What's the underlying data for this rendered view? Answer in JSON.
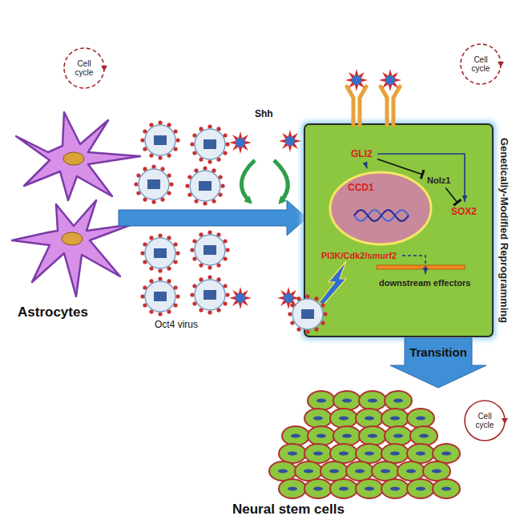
{
  "diagram": {
    "nodes": [
      {
        "text": [
          "Cell cycle"
        ]
      },
      {
        "text": [
          "Genetically-Modified Reprogramming"
        ]
      },
      {
        "text": [
          "GLI2"
        ],
        "in": 1
      },
      {
        "text": [
          "CCD1"
        ],
        "in": 1
      },
      {
        "text": [
          "Nolz1"
        ],
        "in": 1
      },
      {
        "text": [
          "SOX2"
        ],
        "in": 1
      },
      {
        "text": [
          "PI3K/Cdk2/smurf2"
        ],
        "in": 1
      },
      {
        "text": [
          "downstream effectors"
        ],
        "in": 1
      },
      {
        "text": [
          "Cell cycle"
        ]
      },
      {
        "text": [
          "Transition"
        ]
      },
      {
        "text": [
          "Cell cycle"
        ]
      }
    ],
    "edges": [
      {
        "from": 2,
        "to": 3,
        "arrow": "to"
      },
      {
        "from": 2,
        "to": 4,
        "arrow": "to"
      },
      {
        "from": 2,
        "to": 5,
        "arrow": "to"
      },
      {
        "from": 4,
        "to": 5,
        "arrow": "to"
      },
      {
        "from": 6,
        "to": 7,
        "arrow": "to"
      }
    ],
    "labels": [
      "Astrocytes",
      "Oct4 virus",
      "Shh",
      "Neural stem cells"
    ]
  }
}
